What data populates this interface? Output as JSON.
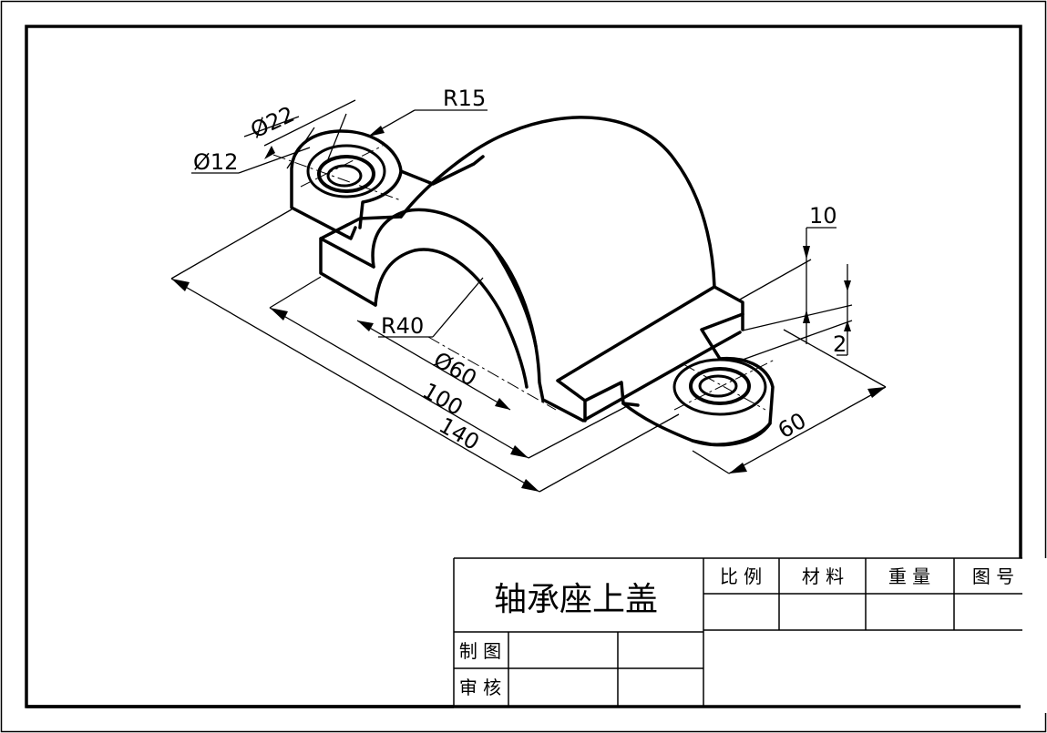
{
  "drawing": {
    "dimensions": {
      "r15": "R15",
      "d22": "Ø22",
      "d12": "Ø12",
      "d10": "10",
      "r40": "R40",
      "d60": "Ø60",
      "d100": "100",
      "d140": "140",
      "d60w": "60",
      "d2": "2"
    }
  },
  "title_block": {
    "part_name": "轴承座上盖",
    "headers": {
      "scale": "比 例",
      "material": "材 料",
      "weight": "重 量",
      "drawing_no": "图 号"
    },
    "rows": {
      "drawn": "制 图",
      "checked": "审 核"
    }
  }
}
